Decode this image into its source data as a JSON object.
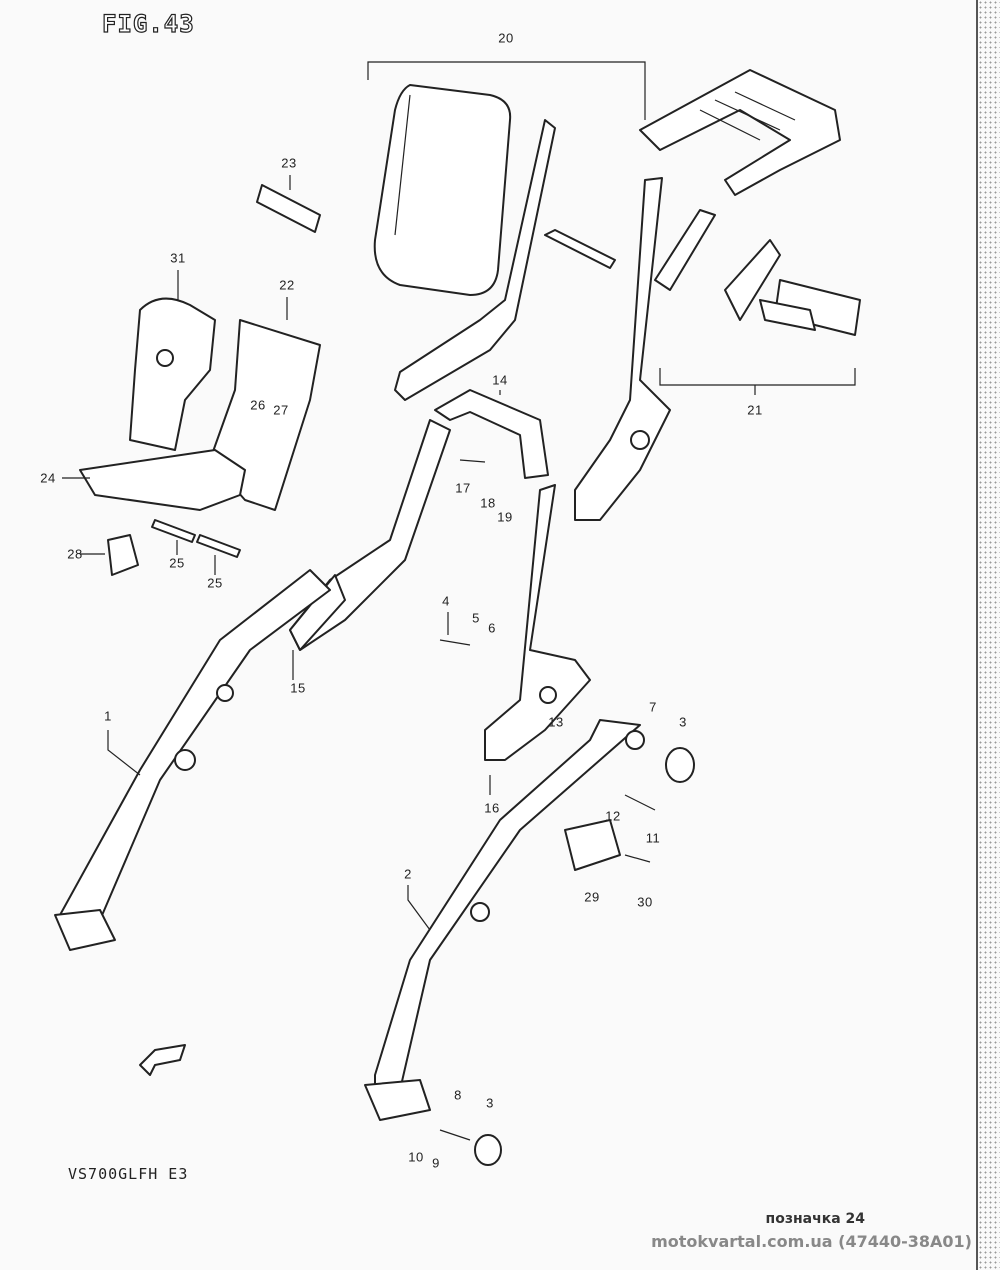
{
  "figure_title": "FIG.43",
  "model_code": "VS700GLFH E3",
  "footer": {
    "mark": "позначка 24",
    "site": "motokvartal.com.ua (47440-38A01)"
  },
  "callouts": [
    "20",
    "23",
    "31",
    "22",
    "26",
    "27",
    "14",
    "21",
    "24",
    "17",
    "18",
    "19",
    "28",
    "25",
    "25",
    "4",
    "5",
    "6",
    "15",
    "1",
    "7",
    "3",
    "13",
    "16",
    "12",
    "11",
    "2",
    "29",
    "30",
    "8",
    "3",
    "10",
    "9"
  ]
}
